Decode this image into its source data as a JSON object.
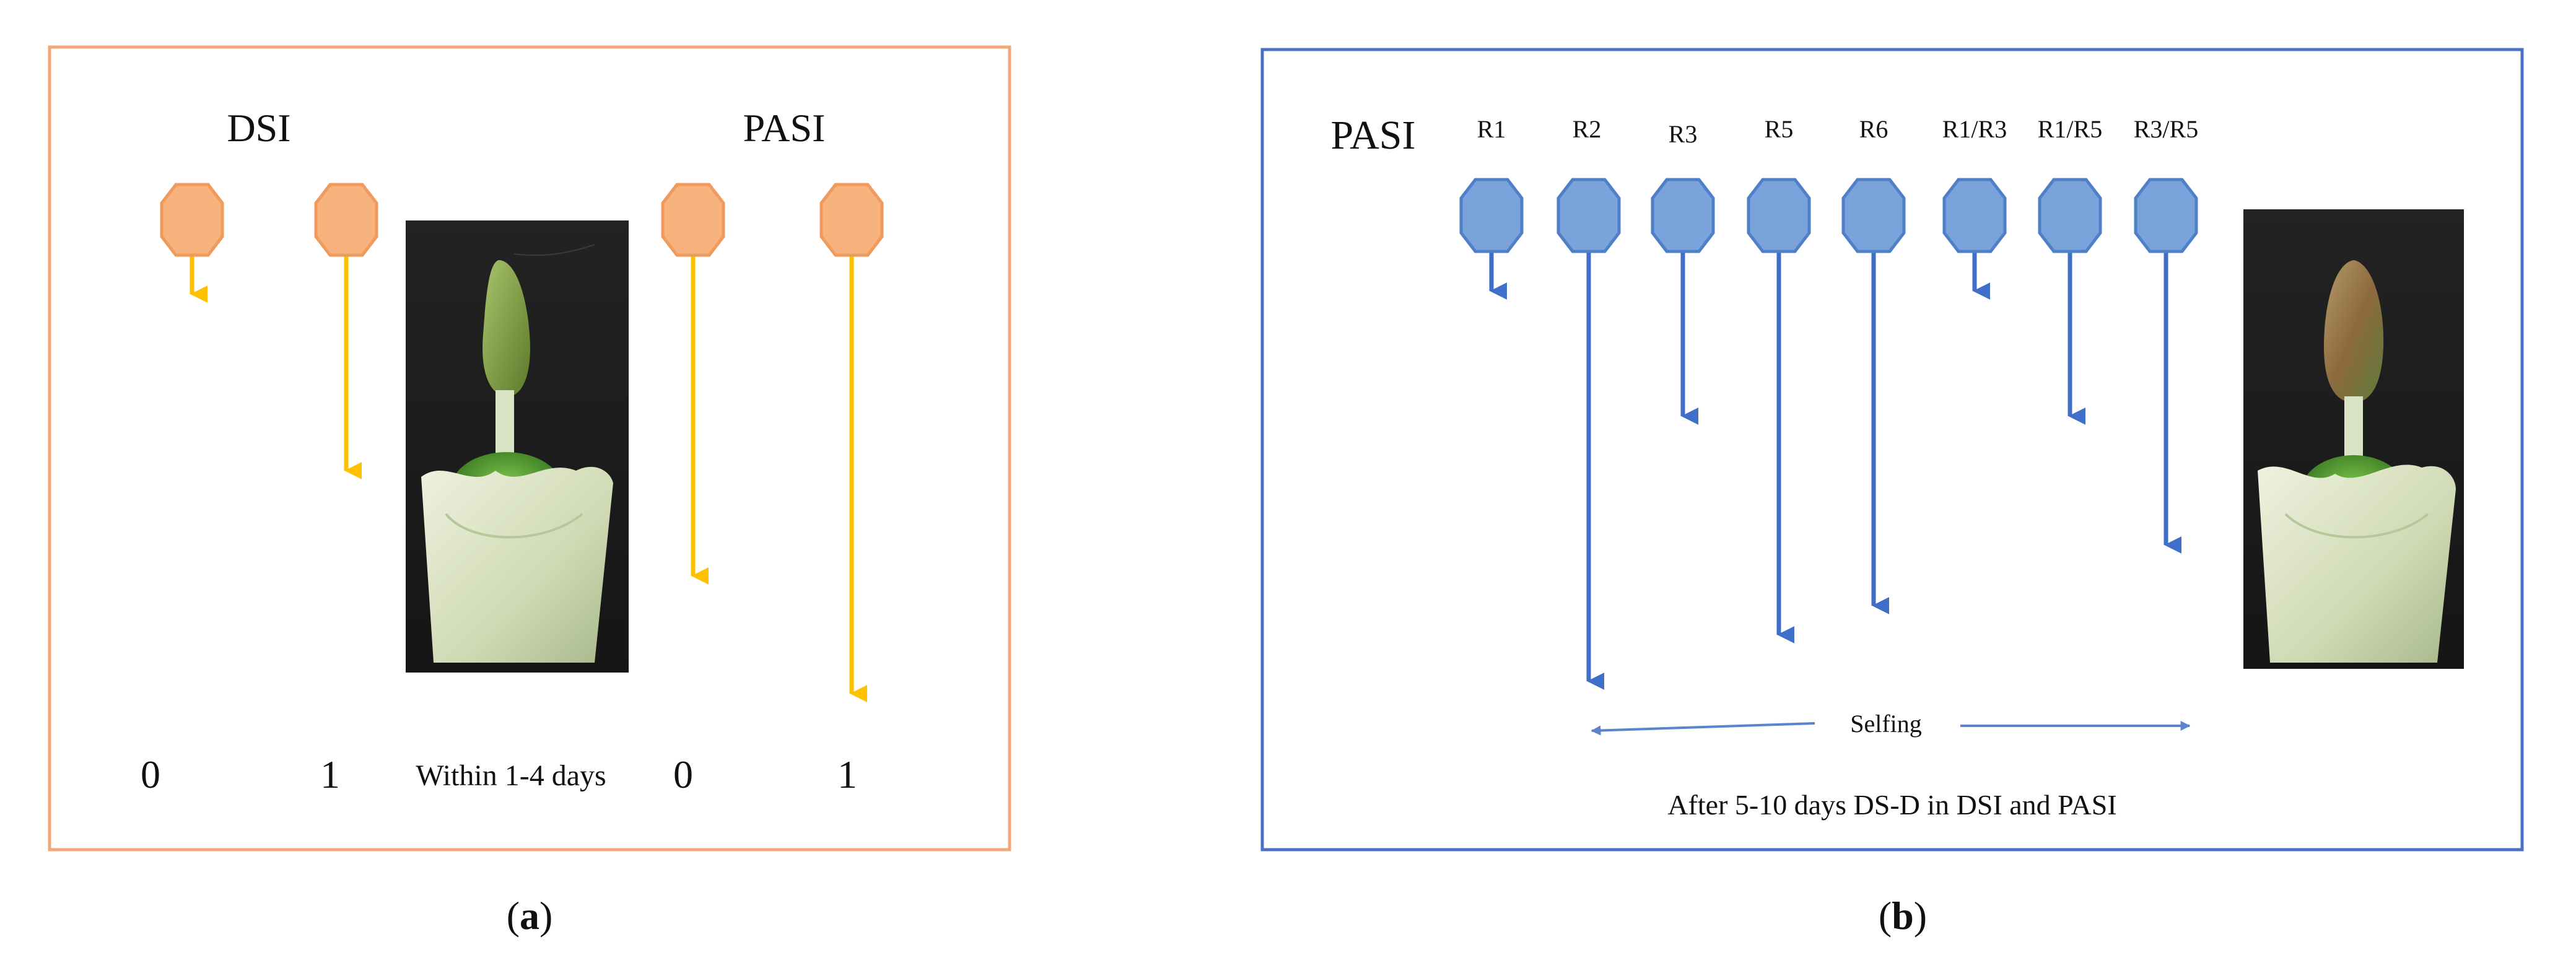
{
  "panel_a": {
    "title_left": "DSI",
    "title_right": "PASI",
    "labels": [
      "0",
      "1",
      "Within 1-4 days",
      "0",
      "1"
    ],
    "caption_letter": "a",
    "colors": {
      "border": "#f3a87a",
      "octagon": "#f7b27d",
      "octagon_stroke": "#f09a5b",
      "arrow": "#ffc000"
    }
  },
  "panel_b": {
    "title": "PASI",
    "columns": [
      "R1",
      "R2",
      "R3",
      "R5",
      "R6",
      "R1/R3",
      "R1/R5",
      "R3/R5"
    ],
    "selfing_label": "Selfing",
    "footer": "After 5-10 days DS-D in DSI and PASI",
    "caption_letter": "b",
    "colors": {
      "border": "#4a72c4",
      "octagon": "#79a3da",
      "octagon_stroke": "#4f7fc7",
      "arrow": "#3f6fc8"
    }
  }
}
